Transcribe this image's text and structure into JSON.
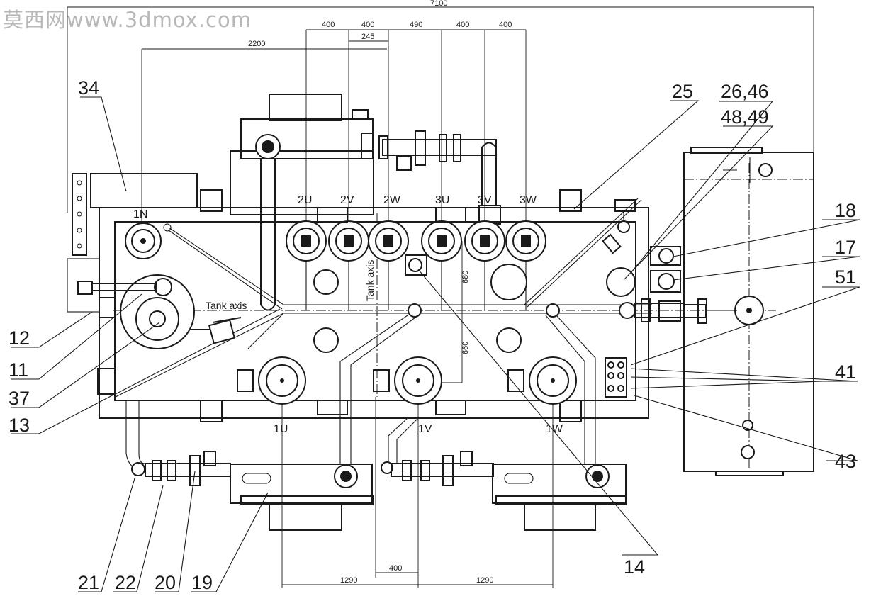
{
  "watermark": "莫西网www.3dmox.com",
  "dimensions": {
    "overall": "7100",
    "d2200": "2200",
    "d400_a": "400",
    "d400_b": "400",
    "d245": "245",
    "d490": "490",
    "d400_c": "400",
    "d400_d": "400",
    "d680": "680",
    "d660": "660",
    "d400_bottom": "400",
    "d1290_left": "1290",
    "d1290_right": "1290"
  },
  "axis_labels": {
    "tank_axis_horizontal": "Tank axis",
    "tank_axis_vertical": "Tank axis"
  },
  "bushings": {
    "hv_top": [
      "2U",
      "2V",
      "2W",
      "3U",
      "3V",
      "3W"
    ],
    "neutral": "1N",
    "lv_bottom": [
      "1U",
      "1V",
      "1W"
    ]
  },
  "callouts": {
    "c34": "34",
    "c25": "25",
    "c26_46": "26,46",
    "c48_49": "48,49",
    "c18": "18",
    "c17": "17",
    "c51": "51",
    "c41": "41",
    "c43": "43",
    "c14": "14",
    "c12": "12",
    "c11": "11",
    "c37": "37",
    "c13": "13",
    "c21": "21",
    "c22": "22",
    "c20": "20",
    "c19": "19"
  }
}
